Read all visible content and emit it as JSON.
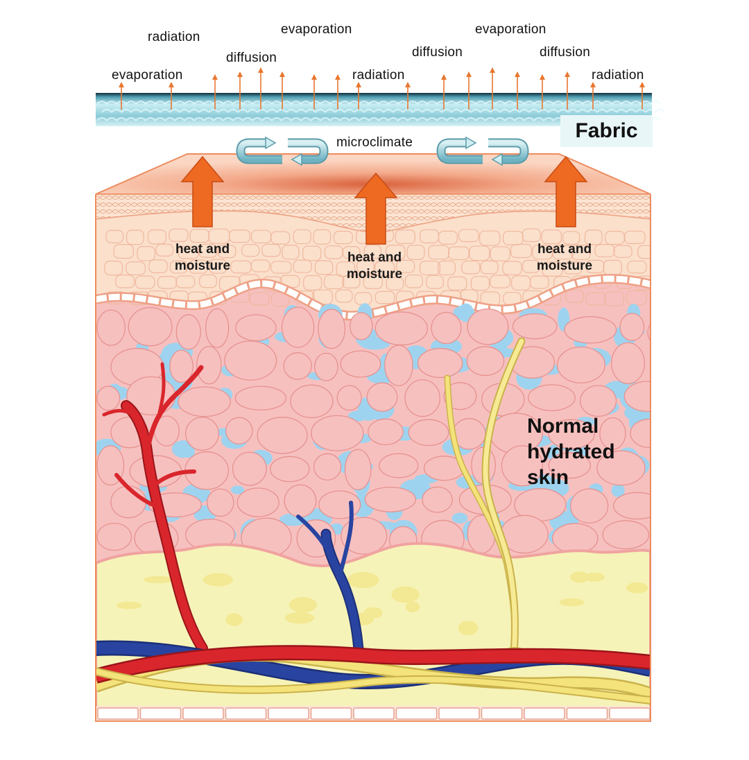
{
  "fabric_label": "Fabric",
  "microclimate_label": "microclimate",
  "skin_label": {
    "line1": "Normal",
    "line2": "hydrated",
    "line3": "skin"
  },
  "heat_labels": [
    {
      "line1": "heat and",
      "line2": "moisture"
    },
    {
      "line1": "heat and",
      "line2": "moisture"
    },
    {
      "line1": "heat and",
      "line2": "moisture"
    }
  ],
  "top_labels": [
    "radiation",
    "evaporation",
    "evaporation",
    "diffusion",
    "diffusion",
    "diffusion",
    "evaporation",
    "radiation",
    "radiation"
  ],
  "colors": {
    "skin_epidermis": "#fbe0cc",
    "skin_dermis": "#f6c0bf",
    "fluid": "#9ed3ef",
    "fat": "#f6f3b8",
    "artery": "#d9262c",
    "vein": "#2944a0",
    "hair": "#f4e27a",
    "heat_arrow": "#ee6a22",
    "fabric": "#9fd4df"
  }
}
